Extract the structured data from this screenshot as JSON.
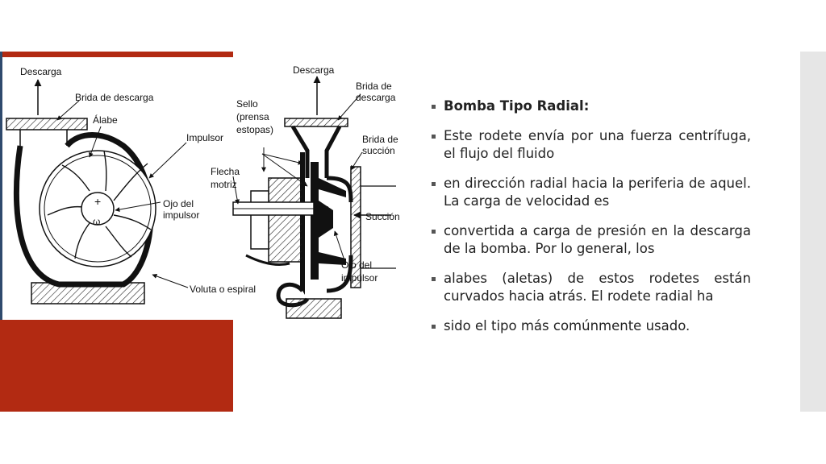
{
  "slide": {
    "bullets": [
      "Bomba Tipo Radial:",
      "Este rodete envía por       una fuerza centrífuga, el flujo del fluido",
      "en dirección radial hacia la periferia de aquel. La carga de velocidad es",
      "convertida a carga de presión en la descarga de la bomba. Por lo general, los",
      "alabes (aletas) de estos rodetes están curvados hacia atrás. El rodete radial ha",
      "sido el tipo más comúnmente usado."
    ]
  },
  "diagram": {
    "left_labels": {
      "descarga": "Descarga",
      "brida_descarga": "Brida de descarga",
      "alabe": "Álabe",
      "impulsor": "Impulsor",
      "ojo_line1": "Ojo del",
      "ojo_line2": "impulsor",
      "voluta": "Voluta o espiral",
      "omega": "ω"
    },
    "right_labels": {
      "descarga": "Descarga",
      "brida_descarga_line1": "Brida de",
      "brida_descarga_line2": "descarga",
      "sello_line1": "Sello",
      "sello_line2": "(prensa",
      "sello_line3": "estopas)",
      "brida_succion_line1": "Brida de",
      "brida_succion_line2": "succión",
      "flecha_line1": "Flecha",
      "flecha_line2": "motriz",
      "succion": "Succión",
      "ojo_line1": "Ojo del",
      "ojo_line2": "impulsor"
    }
  },
  "colors": {
    "accent_red": "#b22a12",
    "left_edge_blue": "#2f4a6d",
    "side_panel_gray": "#e6e6e6"
  }
}
